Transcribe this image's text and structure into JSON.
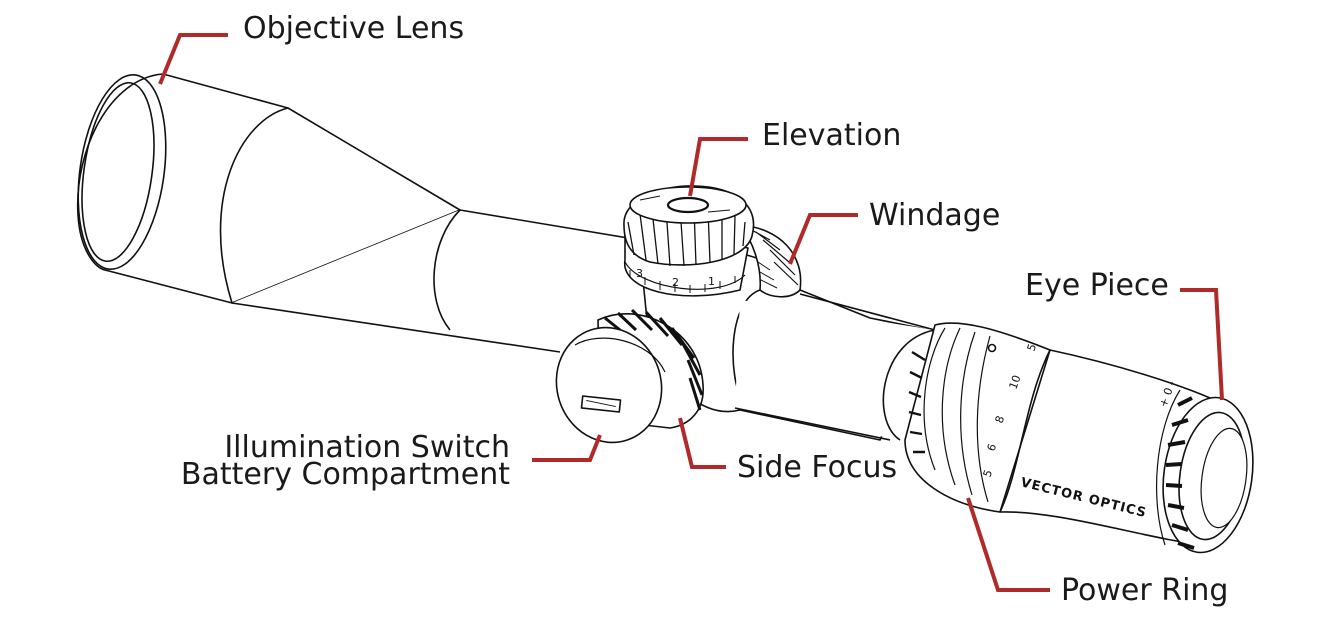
{
  "callouts": {
    "objective_lens": "Objective Lens",
    "elevation": "Elevation",
    "windage": "Windage",
    "eye_piece": "Eye Piece",
    "illumination_line1": "Illumination Switch",
    "illumination_line2": "Battery Compartment",
    "side_focus": "Side Focus",
    "power_ring": "Power Ring"
  },
  "markings": {
    "brand": "VECTOR OPTICS",
    "elevation_ticks": [
      "3",
      "2",
      "1"
    ],
    "power_ticks": [
      "5",
      "10",
      "8",
      "6",
      "5"
    ],
    "diopter": "+ 0 -"
  },
  "colors": {
    "leader": "#b02a2a",
    "outline": "#111111",
    "text": "#1a1a1a"
  }
}
